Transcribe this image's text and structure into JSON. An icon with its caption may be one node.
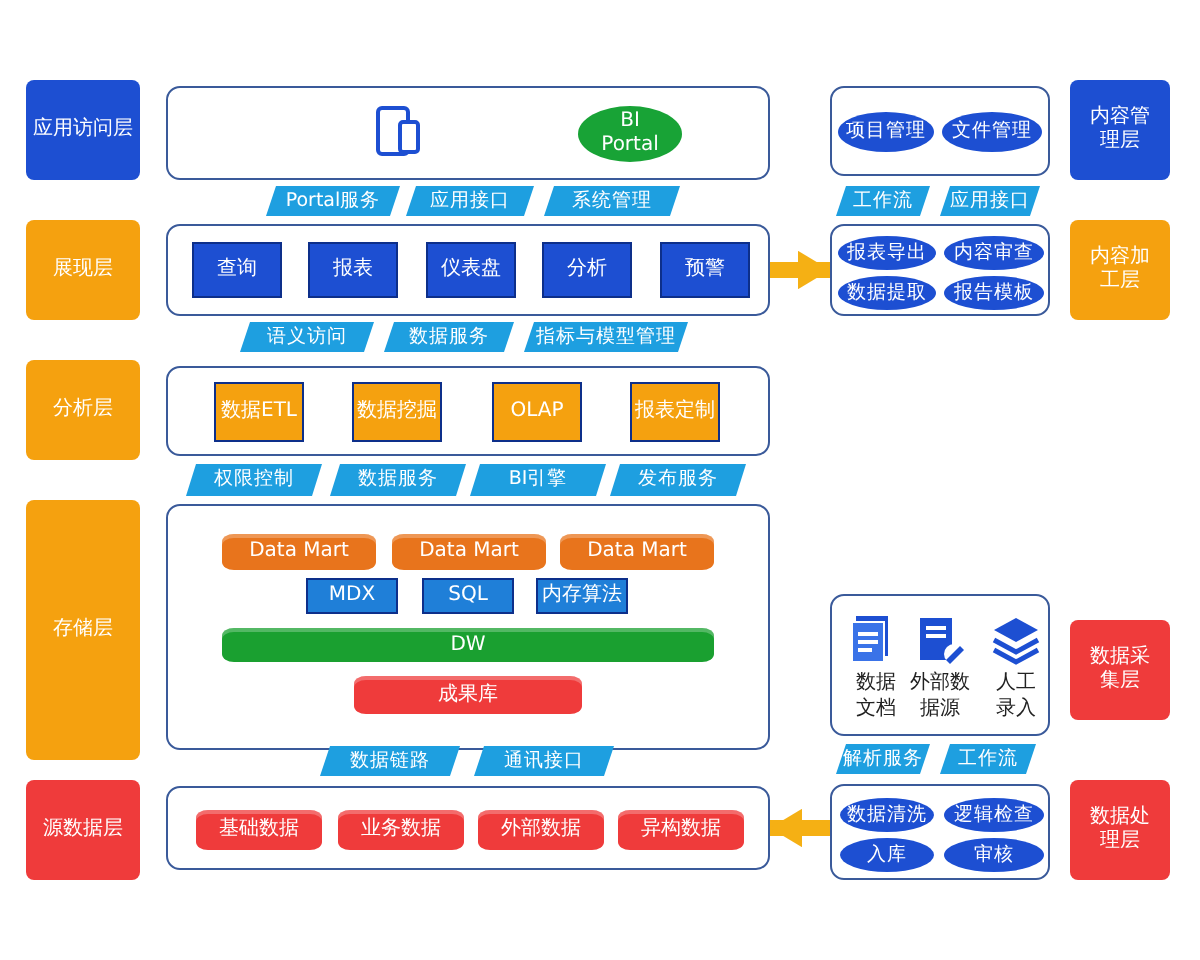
{
  "diagram": {
    "nodes": [
      {
        "text": [
          "应用访问层"
        ]
      },
      {
        "text": [],
        "shape": "box"
      },
      {
        "text": [
          "BI Portal"
        ],
        "in": 1
      },
      {
        "text": [],
        "shape": "box"
      },
      {
        "text": [
          "项目管理"
        ],
        "in": 3
      },
      {
        "text": [
          "文件管理"
        ],
        "in": 3
      },
      {
        "text": [
          "内容管理层"
        ]
      },
      {
        "text": [
          "Portal服务"
        ]
      },
      {
        "text": [
          "应用接口"
        ]
      },
      {
        "text": [
          "系统管理"
        ]
      },
      {
        "text": [
          "工作流"
        ]
      },
      {
        "text": [
          "应用接口"
        ]
      },
      {
        "text": [
          "展现层"
        ]
      },
      {
        "text": [],
        "shape": "box"
      },
      {
        "text": [
          "查询"
        ],
        "in": 13
      },
      {
        "text": [
          "报表"
        ],
        "in": 13
      },
      {
        "text": [
          "仪表盘"
        ],
        "in": 13
      },
      {
        "text": [
          "分析"
        ],
        "in": 13
      },
      {
        "text": [
          "预警"
        ],
        "in": 13
      },
      {
        "text": [],
        "shape": "box"
      },
      {
        "text": [
          "报表导出"
        ],
        "in": 19
      },
      {
        "text": [
          "内容审查"
        ],
        "in": 19
      },
      {
        "text": [
          "数据提取"
        ],
        "in": 19
      },
      {
        "text": [
          "报告模板"
        ],
        "in": 19
      },
      {
        "text": [
          "内容加工层"
        ]
      },
      {
        "text": [
          "语义访问"
        ]
      },
      {
        "text": [
          "数据服务"
        ]
      },
      {
        "text": [
          "指标与模型管理"
        ]
      },
      {
        "text": [
          "分析层"
        ]
      },
      {
        "text": [],
        "shape": "box"
      },
      {
        "text": [
          "数据ETL"
        ],
        "in": 29
      },
      {
        "text": [
          "数据挖掘"
        ],
        "in": 29
      },
      {
        "text": [
          "OLAP"
        ],
        "in": 29
      },
      {
        "text": [
          "报表定制"
        ],
        "in": 29
      },
      {
        "text": [
          "权限控制"
        ]
      },
      {
        "text": [
          "数据服务"
        ]
      },
      {
        "text": [
          "BI引擎"
        ]
      },
      {
        "text": [
          "发布服务"
        ]
      },
      {
        "text": [
          "存储层"
        ]
      },
      {
        "text": [],
        "shape": "box"
      },
      {
        "text": [
          "Data Mart"
        ],
        "in": 39
      },
      {
        "text": [
          "Data Mart"
        ],
        "in": 39
      },
      {
        "text": [
          "Data Mart"
        ],
        "in": 39
      },
      {
        "text": [
          "MDX"
        ],
        "in": 39
      },
      {
        "text": [
          "SQL"
        ],
        "in": 39
      },
      {
        "text": [
          "内存算法"
        ],
        "in": 39
      },
      {
        "text": [
          "DW"
        ],
        "in": 39
      },
      {
        "text": [
          "成果库"
        ],
        "in": 39
      },
      {
        "text": [
          "数据文档",
          "外部数据源",
          "人工录入"
        ]
      },
      {
        "text": [
          "数据采集层"
        ]
      },
      {
        "text": [
          "数据链路"
        ]
      },
      {
        "text": [
          "通讯接口"
        ]
      },
      {
        "text": [
          "解析服务"
        ]
      },
      {
        "text": [
          "工作流"
        ]
      },
      {
        "text": [
          "源数据层"
        ]
      },
      {
        "text": [],
        "shape": "box"
      },
      {
        "text": [
          "基础数据"
        ],
        "in": 55
      },
      {
        "text": [
          "业务数据"
        ],
        "in": 55
      },
      {
        "text": [
          "外部数据"
        ],
        "in": 55
      },
      {
        "text": [
          "异构数据"
        ],
        "in": 55
      },
      {
        "text": [],
        "shape": "box"
      },
      {
        "text": [
          "数据清洗"
        ],
        "in": 60
      },
      {
        "text": [
          "逻辑检查"
        ],
        "in": 60
      },
      {
        "text": [
          "入库"
        ],
        "in": 60
      },
      {
        "text": [
          "审核"
        ],
        "in": 60
      },
      {
        "text": [
          "数据处理层"
        ]
      }
    ],
    "edges": [
      {
        "from": 13,
        "to": 19,
        "arrow": "to"
      },
      {
        "from": 60,
        "to": 55,
        "arrow": "to"
      }
    ]
  }
}
